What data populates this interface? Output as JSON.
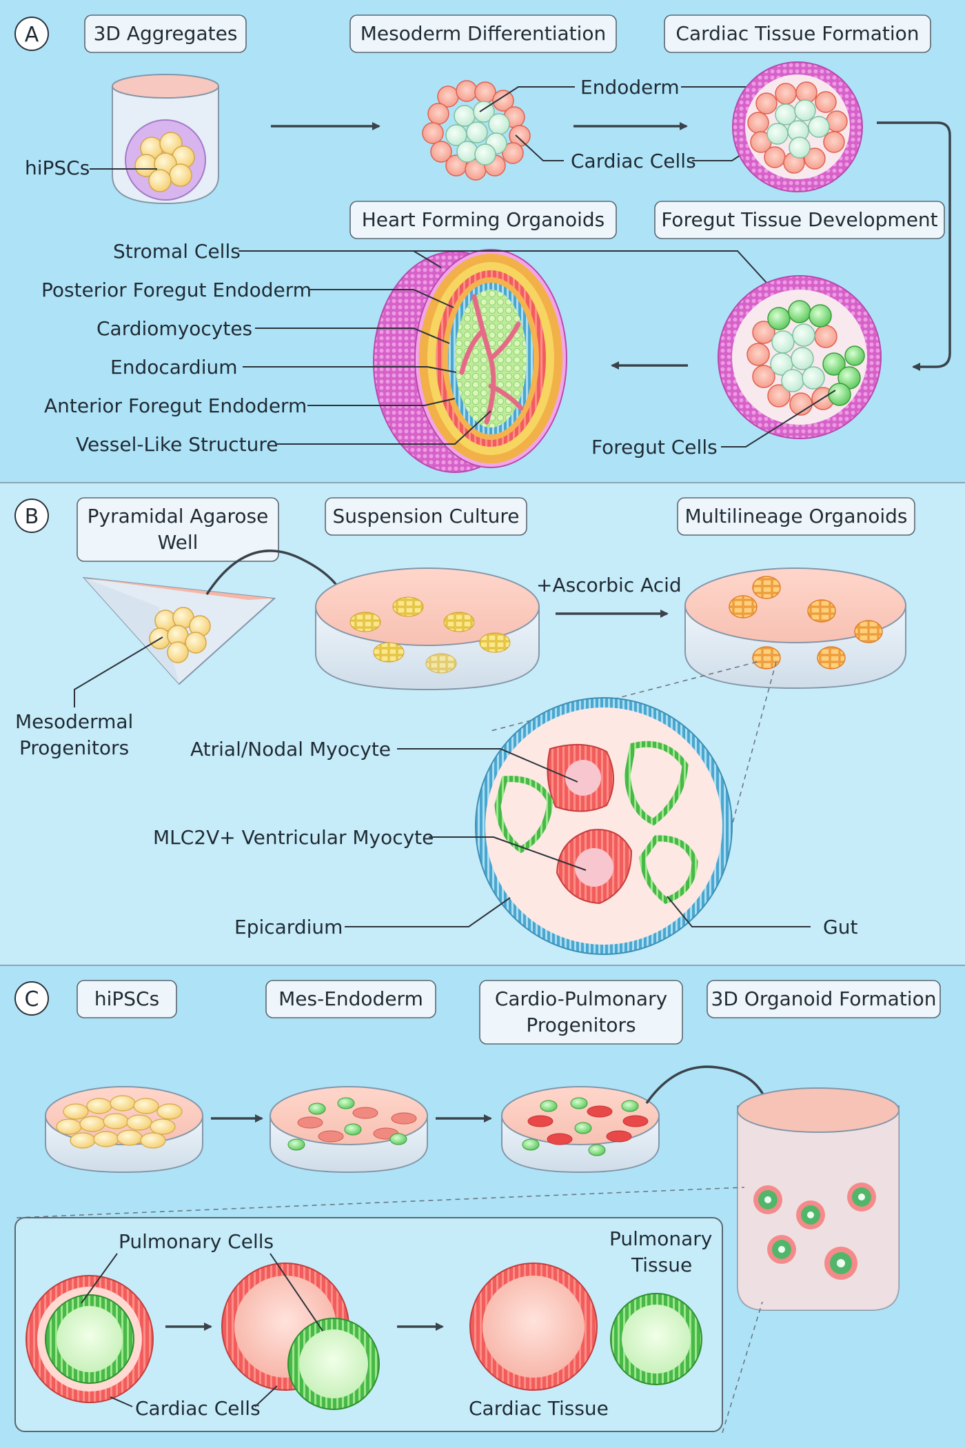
{
  "panels": {
    "a": {
      "letter": "A",
      "steps": [
        "3D Aggregates",
        "Mesoderm Differentiation",
        "Cardiac Tissue Formation",
        "Heart Forming Organoids",
        "Foregut Tissue Development"
      ],
      "labels": {
        "hipscs": "hiPSCs",
        "endoderm": "Endoderm",
        "cardiac_cells": "Cardiac Cells",
        "foregut_cells": "Foregut Cells",
        "layers": [
          "Stromal Cells",
          "Posterior Foregut Endoderm",
          "Cardiomyocytes",
          "Endocardium",
          "Anterior Foregut Endoderm",
          "Vessel-Like Structure"
        ]
      }
    },
    "b": {
      "letter": "B",
      "steps": [
        "Pyramidal Agarose",
        "Well",
        "Suspension Culture",
        "Multilineage Organoids"
      ],
      "labels": {
        "ascorbic": "+Ascorbic Acid",
        "meso_1": "Mesodermal",
        "meso_2": "Progenitors",
        "atrial": "Atrial/Nodal Myocyte",
        "ventricular": "MLC2V+ Ventricular Myocyte",
        "epicardium": "Epicardium",
        "gut": "Gut"
      }
    },
    "c": {
      "letter": "C",
      "steps": [
        "hiPSCs",
        "Mes-Endoderm",
        "Cardio-Pulmonary",
        "Progenitors",
        "3D Organoid Formation"
      ],
      "labels": {
        "pulmonary_cells": "Pulmonary Cells",
        "cardiac_cells": "Cardiac Cells",
        "cardiac_tissue": "Cardiac Tissue",
        "pulm_tissue_1": "Pulmonary",
        "pulm_tissue_2": "Tissue"
      }
    }
  },
  "colors": {
    "panel_a_bg": "#aee3f7",
    "panel_b_bg": "#c6ecfa",
    "panel_c_bg": "#aee3f7",
    "cardiac_red": "#f05a5a",
    "pulmonary_green": "#5cc85c",
    "stromal_magenta": "#d860c8"
  }
}
